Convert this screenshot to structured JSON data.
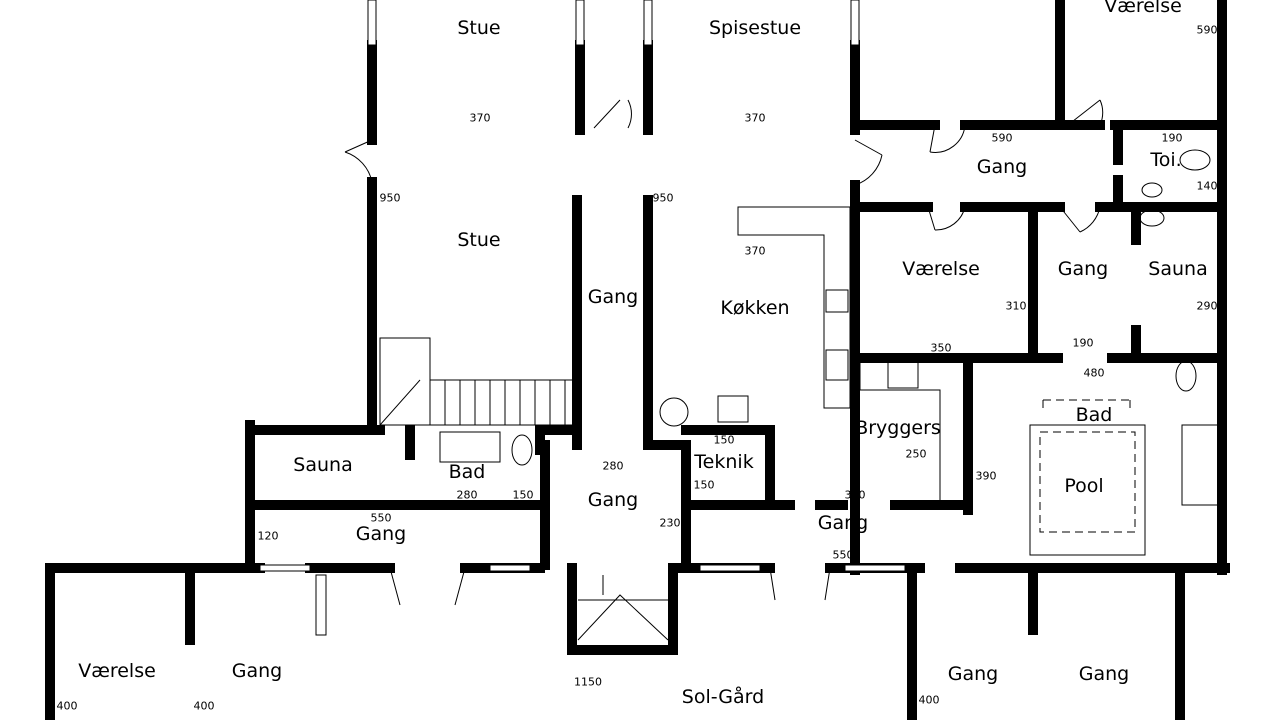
{
  "plan": {
    "rooms": [
      {
        "label": "Stue"
      },
      {
        "label": "Spisestue"
      },
      {
        "label": "Værelse"
      },
      {
        "label": "Toi."
      },
      {
        "label": "Gang"
      },
      {
        "label": "Stue"
      },
      {
        "label": "Værelse"
      },
      {
        "label": "Gang"
      },
      {
        "label": "Sauna"
      },
      {
        "label": "Gang"
      },
      {
        "label": "Køkken"
      },
      {
        "label": "Bad"
      },
      {
        "label": "Bryggers"
      },
      {
        "label": "Pool"
      },
      {
        "label": "Sauna"
      },
      {
        "label": "Bad"
      },
      {
        "label": "Teknik"
      },
      {
        "label": "Gang"
      },
      {
        "label": "Gang"
      },
      {
        "label": "Gang"
      },
      {
        "label": "Værelse"
      },
      {
        "label": "Gang"
      },
      {
        "label": "Sol-Gård"
      },
      {
        "label": "Gang"
      },
      {
        "label": "Gang"
      }
    ],
    "dimensions": [
      "590",
      "370",
      "370",
      "590",
      "190",
      "140",
      "950",
      "950",
      "370",
      "310",
      "290",
      "350",
      "190",
      "480",
      "250",
      "390",
      "150",
      "150",
      "280",
      "280",
      "150",
      "390",
      "550",
      "120",
      "230",
      "550",
      "1150",
      "400",
      "400",
      "400"
    ],
    "colors": {
      "wall": "#000000",
      "background": "#ffffff"
    }
  }
}
